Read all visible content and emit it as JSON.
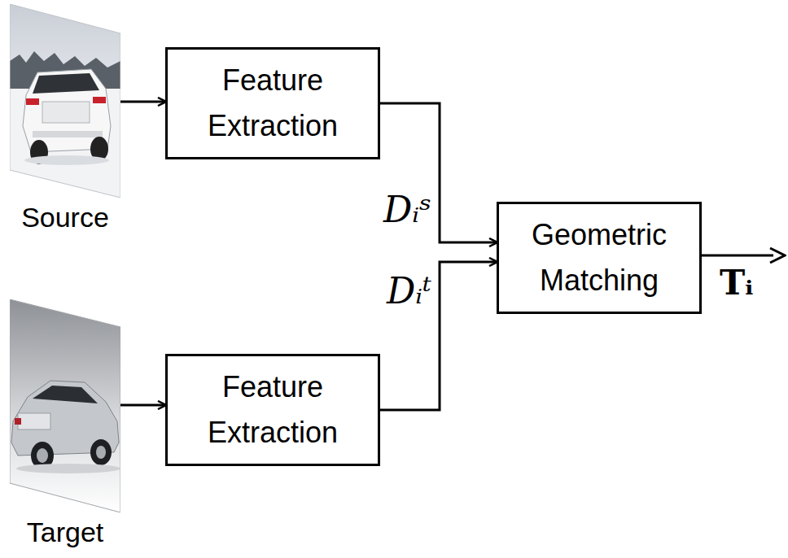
{
  "diagram": {
    "nodes": [
      {
        "text": [
          "Source"
        ]
      },
      {
        "text": [
          "Feature Extraction"
        ]
      },
      {
        "text": [
          "Target"
        ]
      },
      {
        "text": [
          "Feature Extraction"
        ]
      },
      {
        "text": [
          "Geometric Matching"
        ]
      }
    ],
    "edges": [
      {
        "from": 0,
        "to": 1,
        "arrow": "to"
      },
      {
        "from": 2,
        "to": 3,
        "arrow": "to"
      },
      {
        "from": 1,
        "to": 4,
        "label": "Dᵢˢ",
        "arrow": "to"
      },
      {
        "from": 3,
        "to": 4,
        "label": "Dᵢᵗ",
        "arrow": "to"
      }
    ],
    "labels": [
      "Tᵢ"
    ]
  }
}
